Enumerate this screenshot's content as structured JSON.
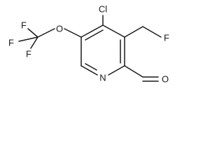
{
  "molecule": {
    "atoms": {
      "chlorine": "Cl",
      "ether_oxygen": "O",
      "fluorine_cf3_a": "F",
      "fluorine_cf3_b": "F",
      "fluorine_cf3_c": "F",
      "fluorine_ch2f": "F",
      "ring_nitrogen": "N",
      "aldehyde_oxygen": "O"
    }
  }
}
